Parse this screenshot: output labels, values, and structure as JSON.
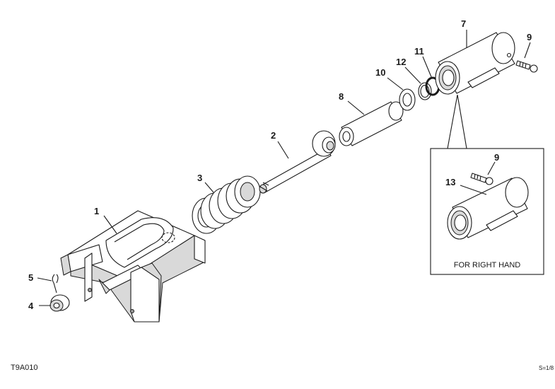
{
  "diagram": {
    "callouts": {
      "c1": "1",
      "c2": "2",
      "c3": "3",
      "c4": "4",
      "c5": "5",
      "c7": "7",
      "c8": "8",
      "c9a": "9",
      "c9b": "9",
      "c10": "10",
      "c11": "11",
      "c12": "12",
      "c13": "13"
    },
    "inset_caption": "FOR RIGHT HAND",
    "figure_code": "T9A010",
    "page_ref": "S=1/8"
  }
}
